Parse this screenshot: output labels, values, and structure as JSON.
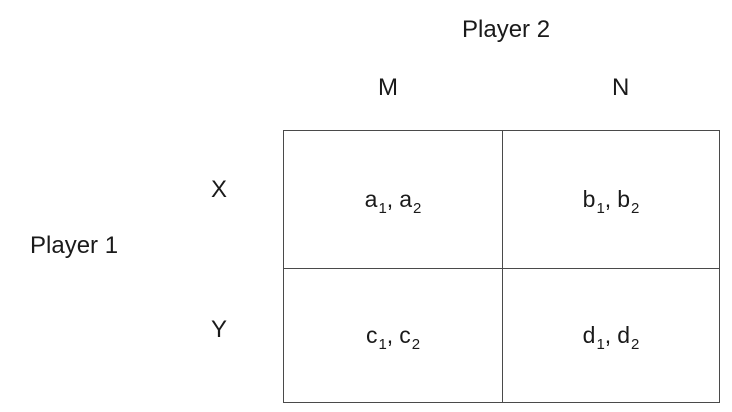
{
  "player2": "Player 2",
  "player1": "Player 1",
  "columns": [
    "M",
    "N"
  ],
  "rows": [
    "X",
    "Y"
  ],
  "cells": [
    [
      {
        "p1_base": "a",
        "p1_sub": "1",
        "sep": ",",
        "p2_base": "a",
        "p2_sub": "2"
      },
      {
        "p1_base": "b",
        "p1_sub": "1",
        "sep": ",",
        "p2_base": "b",
        "p2_sub": "2"
      }
    ],
    [
      {
        "p1_base": "c",
        "p1_sub": "1",
        "sep": ",",
        "p2_base": "c",
        "p2_sub": "2"
      },
      {
        "p1_base": "d",
        "p1_sub": "1",
        "sep": ",",
        "p2_base": "d",
        "p2_sub": "2"
      }
    ]
  ]
}
